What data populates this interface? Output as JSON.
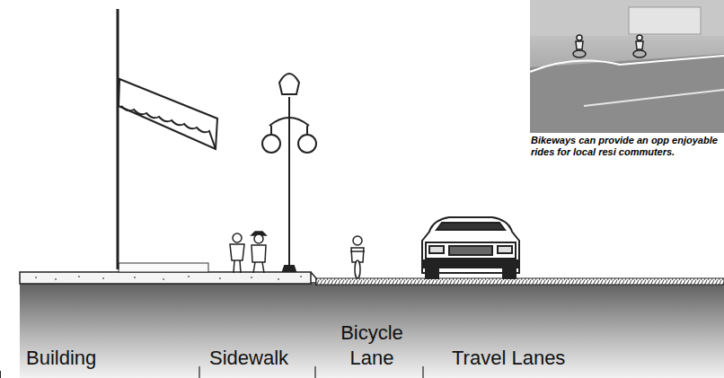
{
  "diagram": {
    "labels": [
      "Building",
      "Sidewalk",
      "Bicycle Lane",
      "Travel Lanes",
      "Bikeways can provide an opp enjoyable rides for local resi commuters."
    ]
  }
}
